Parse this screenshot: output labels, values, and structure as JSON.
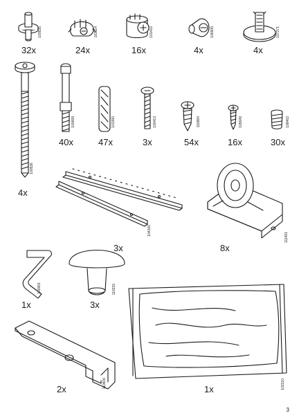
{
  "page_number": "3",
  "parts": [
    {
      "id": "dowel-cap",
      "icon": "dowel-cap-icon",
      "qty": "32x",
      "part_no": "100535"
    },
    {
      "id": "cam-lock-a",
      "icon": "cam-lock-icon",
      "qty": "24x",
      "part_no": "103114"
    },
    {
      "id": "cam-lock-b",
      "icon": "cam-lock-icon",
      "qty": "16x",
      "part_no": "101410"
    },
    {
      "id": "barrel-nut",
      "icon": "barrel-nut-icon",
      "qty": "4x",
      "part_no": "106905"
    },
    {
      "id": "glide-disc",
      "icon": "glide-disc-icon",
      "qty": "4x",
      "part_no": "107271"
    },
    {
      "id": "long-bolt",
      "icon": "long-bolt-icon",
      "qty": "4x",
      "part_no": "100536"
    },
    {
      "id": "cam-stud",
      "icon": "cam-stud-icon",
      "qty": "40x",
      "part_no": "100699"
    },
    {
      "id": "wood-dowel",
      "icon": "wood-dowel-icon",
      "qty": "47x",
      "part_no": "101350"
    },
    {
      "id": "machine-screw",
      "icon": "machine-screw-icon",
      "qty": "3x",
      "part_no": "100413"
    },
    {
      "id": "wood-screw-a",
      "icon": "wood-screw-icon",
      "qty": "54x",
      "part_no": "116894"
    },
    {
      "id": "wood-screw-b",
      "icon": "wood-screw-icon",
      "qty": "16x",
      "part_no": "109049"
    },
    {
      "id": "plastic-insert",
      "icon": "plastic-insert-icon",
      "qty": "30x",
      "part_no": "108462"
    },
    {
      "id": "drawer-rail",
      "icon": "drawer-rail-icon",
      "qty": "3x",
      "part_no": "104160"
    },
    {
      "id": "caster-wheel",
      "icon": "caster-wheel-icon",
      "qty": "8x",
      "part_no": "111401"
    },
    {
      "id": "allen-key",
      "icon": "allen-key-icon",
      "qty": "1x",
      "part_no": "100001"
    },
    {
      "id": "knob",
      "icon": "knob-icon",
      "qty": "3x",
      "part_no": "110215"
    },
    {
      "id": "l-bracket",
      "icon": "l-bracket-icon",
      "qty": "2x",
      "part_no": "110606"
    },
    {
      "id": "plastic-bag",
      "icon": "plastic-bag-icon",
      "qty": "1x",
      "part_no": "102210"
    }
  ]
}
